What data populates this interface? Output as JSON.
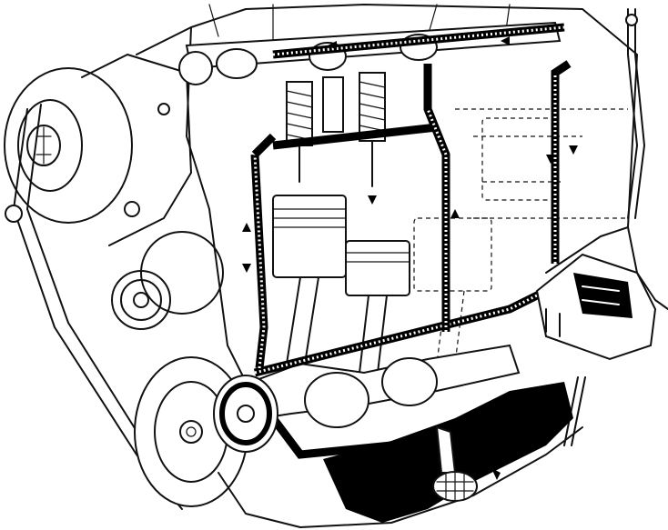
{
  "figure": {
    "title": "",
    "caption": "",
    "labels": []
  },
  "colors": {
    "ink": "#111111",
    "paper": "#ffffff",
    "oil_fill": "#000000"
  },
  "components": [
    "alternator-pulley",
    "drive-belt",
    "timing-belt-sprocket",
    "crankshaft-pulley",
    "camshaft",
    "valve-springs",
    "pistons",
    "connecting-rods",
    "crankshaft",
    "oil-pump",
    "oil-filter",
    "oil-pickup-strainer",
    "sump",
    "dipstick-tube",
    "main-oil-gallery",
    "oil-flow-arrows"
  ]
}
